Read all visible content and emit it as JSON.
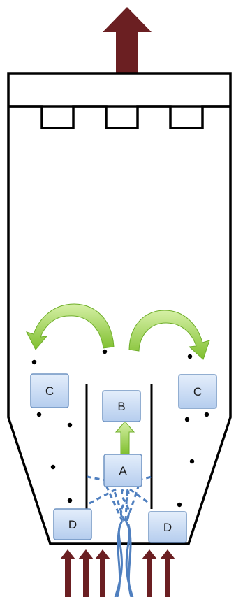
{
  "diagram": {
    "zones": {
      "a": "A",
      "b": "B",
      "c_left": "C",
      "c_right": "C",
      "d_left": "D",
      "d_right": "D"
    },
    "colors": {
      "outline": "#000000",
      "exhaust_arrow": "#6b1f22",
      "inlet_arrow": "#6b1f22",
      "box_fill": "#c7daf3",
      "box_stroke": "#6f93c2",
      "jet": "#4f7fbf",
      "circulation_arrow": "#8ccc3a",
      "particle": "#000000"
    },
    "icons": {
      "exhaust": "up-arrow-icon",
      "inlet": "up-arrow-icon",
      "lift": "up-arrow-icon",
      "circulation": "curved-arrow-icon"
    }
  }
}
